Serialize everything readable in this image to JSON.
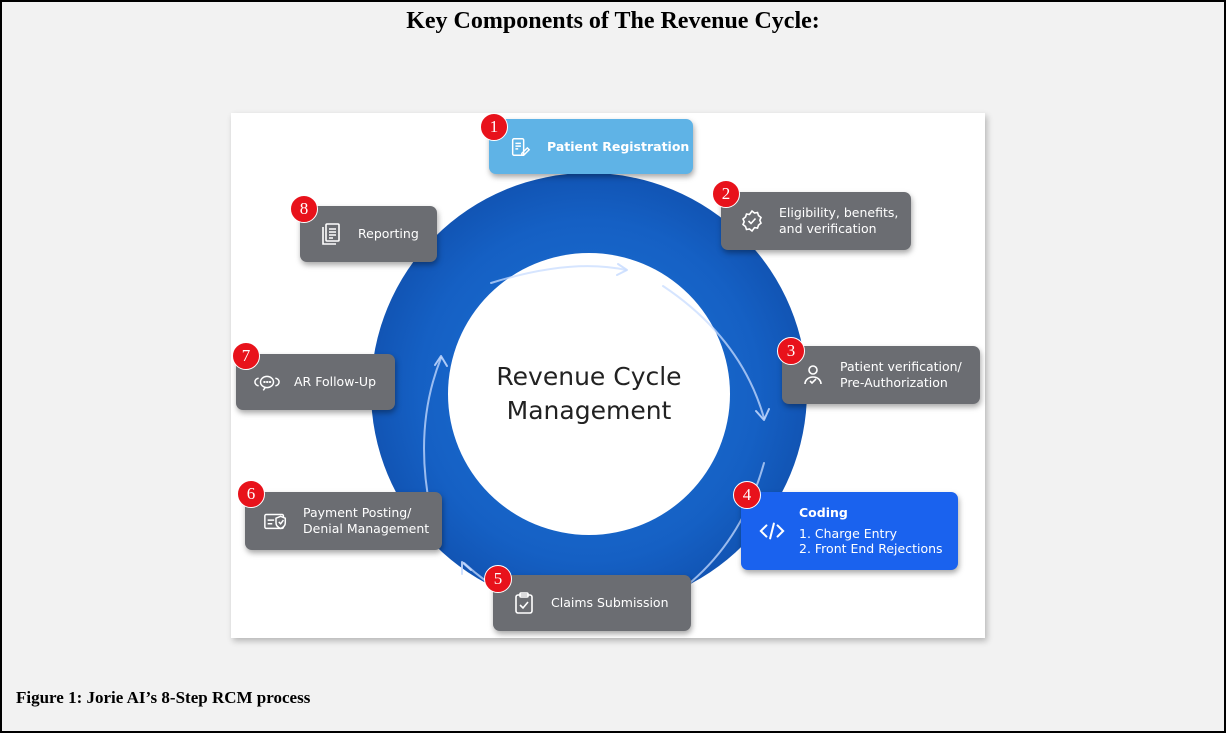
{
  "title": "Key Components of The Revenue Cycle:",
  "caption": "Figure 1: Jorie AI’s 8-Step RCM process",
  "center_text": "Revenue Cycle\nManagement",
  "colors": {
    "ring": "#1560c4",
    "step_bg": "#6b6d72",
    "highlight_step": "#1a62ee",
    "first_step": "#5fb3e6",
    "badge": "#e8121b"
  },
  "steps": [
    {
      "num": "1",
      "label": "Patient Registration",
      "icon": "document-edit-icon"
    },
    {
      "num": "2",
      "label": "Eligibility, benefits,\nand verification",
      "icon": "verified-badge-icon"
    },
    {
      "num": "3",
      "label": "Patient verification/\nPre-Authorization",
      "icon": "user-check-icon"
    },
    {
      "num": "4",
      "label_title": "Coding",
      "label": "1. Charge Entry\n2. Front End Rejections",
      "icon": "code-icon"
    },
    {
      "num": "5",
      "label": "Claims Submission",
      "icon": "clipboard-check-icon"
    },
    {
      "num": "6",
      "label": "Payment Posting/\nDenial Management",
      "icon": "payment-card-icon"
    },
    {
      "num": "7",
      "label": "AR Follow-Up",
      "icon": "headset-icon"
    },
    {
      "num": "8",
      "label": "Reporting",
      "icon": "report-icon"
    }
  ]
}
